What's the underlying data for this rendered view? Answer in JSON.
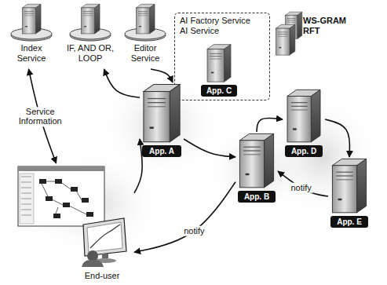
{
  "diagram": {
    "nodes": [
      {
        "text": [
          "Index Service"
        ]
      },
      {
        "text": [
          "IF, AND OR, LOOP"
        ]
      },
      {
        "text": [
          "Editor Service"
        ]
      },
      {
        "text": [
          "AI Factory Service AI Service"
        ]
      },
      {
        "text": [
          "App. C"
        ],
        "in": 3
      },
      {
        "text": [
          "WS-GRAM RFT"
        ]
      },
      {
        "text": [
          "App. A"
        ]
      },
      {
        "text": [
          "App. B"
        ]
      },
      {
        "text": [
          "App. D"
        ]
      },
      {
        "text": [
          "App. E"
        ]
      },
      {
        "text": [
          "End-user"
        ]
      }
    ],
    "edges": [
      {
        "from": 0,
        "to": 10,
        "label": "Service Information",
        "arrow": "both"
      },
      {
        "from": 6,
        "to": 1,
        "arrow": "to"
      },
      {
        "from": 2,
        "to": 6,
        "arrow": "to"
      },
      {
        "from": 10,
        "to": 6,
        "arrow": "to"
      },
      {
        "from": 6,
        "to": 7,
        "arrow": "to"
      },
      {
        "from": 7,
        "to": 8,
        "arrow": "to"
      },
      {
        "from": 8,
        "to": 9,
        "arrow": "to"
      },
      {
        "from": 9,
        "to": 7,
        "label": "notify",
        "arrow": "to"
      },
      {
        "from": 7,
        "to": 10,
        "label": "notify",
        "arrow": "to"
      }
    ]
  }
}
